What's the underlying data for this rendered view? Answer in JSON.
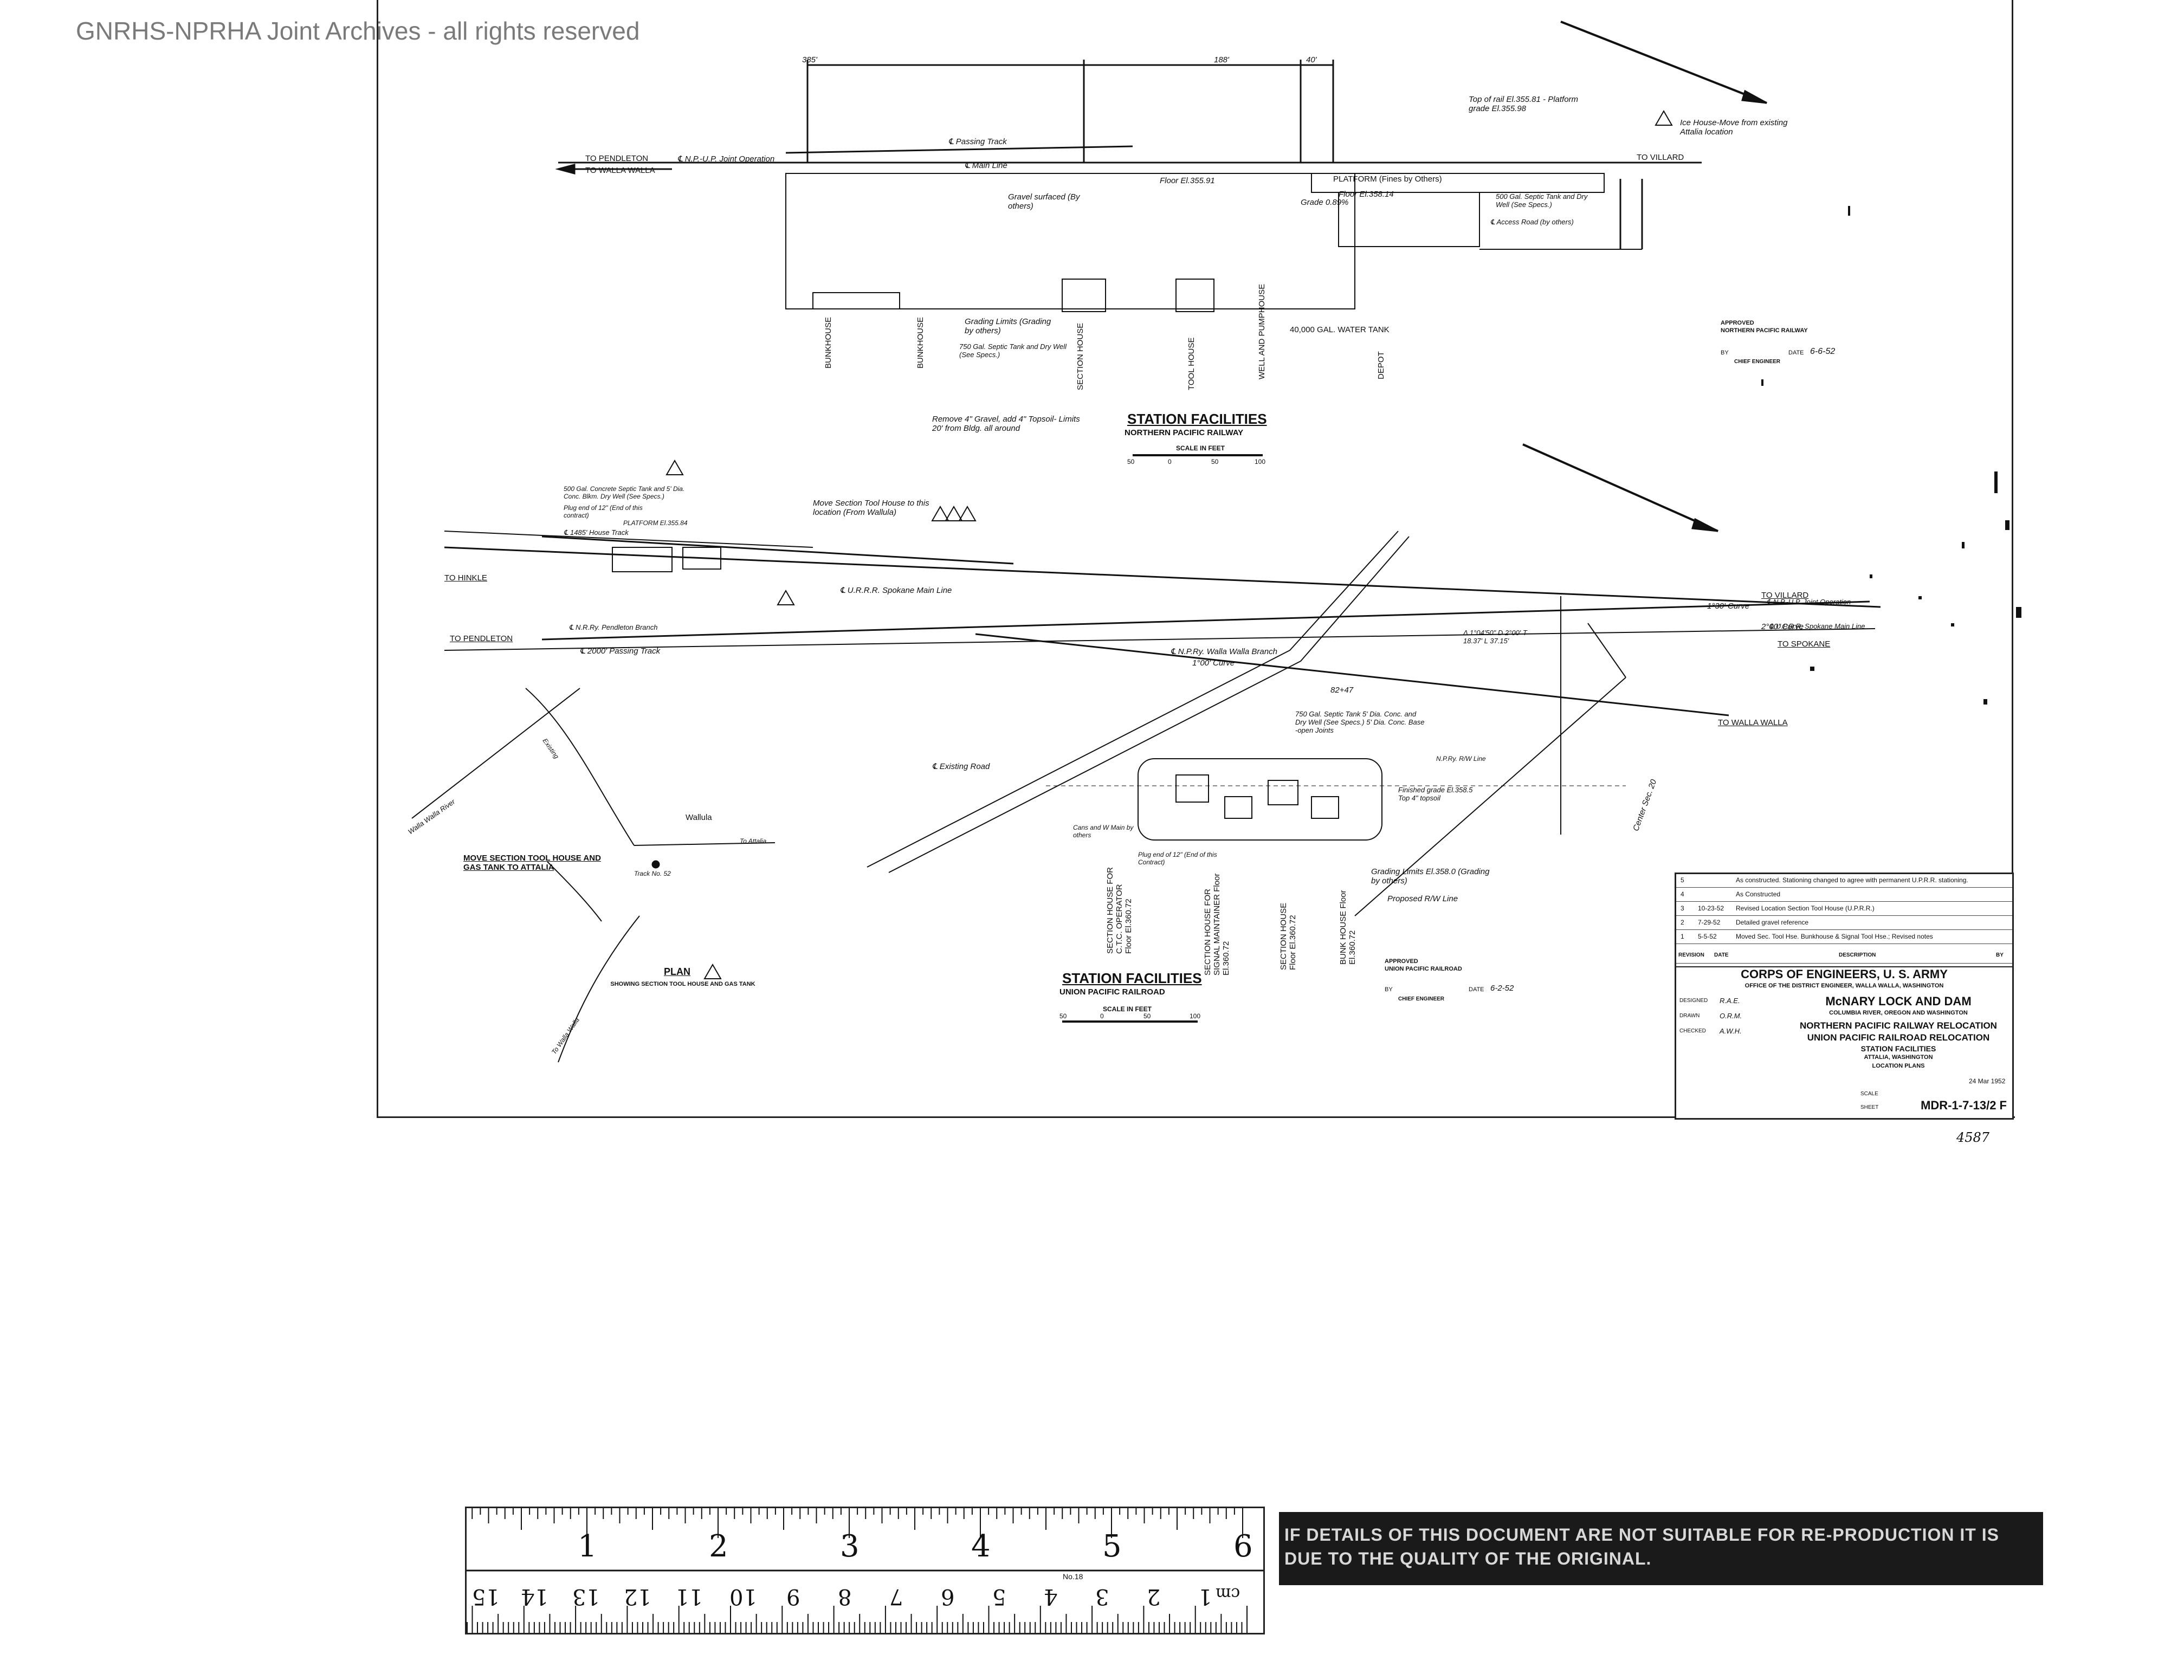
{
  "watermark": "GNRHS-NPRHA Joint Archives - all rights reserved",
  "np_plan": {
    "title": "STATION FACILITIES",
    "subtitle": "NORTHERN PACIFIC RAILWAY",
    "scale_label": "SCALE IN FEET",
    "scale_ticks": [
      "50",
      "0",
      "50",
      "100"
    ],
    "dims_top": [
      "385'",
      "188'",
      "40'"
    ],
    "labels": {
      "to_pendleton": "TO PENDLETON",
      "to_walla_walla": "TO WALLA WALLA",
      "to_villard": "TO VILLARD",
      "joint_op": "℄ N.P.-U.P. Joint Operation",
      "main_line": "℄ Main Line",
      "passing_track": "℄ Passing Track",
      "platform": "PLATFORM (Fines by Others)",
      "floor_depot": "Floor El.358.14",
      "grade": "Grade 0.89%",
      "septic": "500 Gal. Septic Tank and Dry Well (See Specs.)",
      "access_road": "℄ Access Road (by others)",
      "gravel": "Gravel surfaced (By others)",
      "floor_tool": "Floor El.355.91",
      "grading_limits": "Grading Limits (Grading by others)",
      "septic_small": "750 Gal. Septic Tank and Dry Well (See Specs.)",
      "remove": "Remove 4\" Gravel, add 4\" Topsoil- Limits 20' from Bldg. all around",
      "water_tank": "40,000 GAL. WATER TANK",
      "top_of_rail": "Top of rail El.355.81 - Platform grade El.355.98",
      "ice_house": "Ice House-Move from existing Attalia location",
      "bunk_house_a": "BUNKHOUSE",
      "bunk_house_b": "BUNKHOUSE",
      "section_house": "SECTION HOUSE",
      "tool_house": "TOOL HOUSE",
      "well_pumphouse": "WELL AND PUMPHOUSE",
      "depot": "DEPOT"
    }
  },
  "approved_np": {
    "heading": "APPROVED",
    "org": "NORTHERN PACIFIC RAILWAY",
    "by": "BY",
    "date_label": "DATE",
    "date": "6-6-52",
    "role": "CHIEF ENGINEER"
  },
  "up_plan": {
    "title": "STATION FACILITIES",
    "subtitle": "UNION PACIFIC RAILROAD",
    "scale_label": "SCALE IN FEET",
    "scale_ticks": [
      "50",
      "0",
      "50",
      "100"
    ],
    "labels": {
      "to_hinkle": "TO HINKLE",
      "to_pendleton": "TO PENDLETON",
      "to_villard": "TO VILLARD",
      "to_spokane": "TO SPOKANE",
      "to_walla_walla": "TO WALLA WALLA",
      "septic_concrete": "500 Gal. Concrete Septic Tank and 5' Dia. Conc. Blkm. Dry Well (See Specs.)",
      "plug": "Plug end of 12\" (End of this contract)",
      "platform_floor": "PLATFORM El.355.84",
      "house_track": "℄ 1485' House Track",
      "move_tool_house": "Move Section Tool House to this location (From Wallula)",
      "spokane_main": "℄ U.R.R.R. Spokane Main Line",
      "pendleton_branch": "℄ N.R.Ry. Pendleton Branch",
      "passing": "℄ 2000' Passing Track",
      "ww_branch": "℄ N.P.Ry. Walla Walla Branch",
      "curve_1": "1°00' Curve",
      "curve_2": "2°00' Curve",
      "curve_3": "1°30' Curve",
      "joint_op": "℄ N.P.-U.P. Joint Operation",
      "spokane_line": "℄ U.P.R.R. Spokane Main Line",
      "existing_road": "℄ Existing Road",
      "septic_750": "750 Gal. Septic Tank 5' Dia. Conc. and Dry Well (See Specs.) 5' Dia. Conc. Base -open Joints",
      "finished_grade": "Finished grade El.358.5 Top 4\" topsoil",
      "grading_limits": "Grading Limits El.358.0 (Grading by others)",
      "row_line": "Proposed R/W Line",
      "cans": "Cans and W Main by others",
      "plug_end": "Plug end of 12\" (End of this Contract)",
      "station_8247": "82+47",
      "rw_line": "N.P.Ry. R/W Line",
      "section_house_ctc": "SECTION HOUSE FOR C.T.C. OPERATOR Floor El.360.72",
      "section_house_signal": "SECTION HOUSE FOR SIGNAL MAINTAINER Floor El.360.72",
      "section_house": "SECTION HOUSE Floor El.360.72",
      "bunk_house": "BUNK HOUSE Floor El.360.72",
      "curve_data": "Δ 1°04'50\" D 2°00' T 18.37' L 37.15'",
      "center_sec": "Center Sec. 20"
    }
  },
  "approved_up": {
    "heading": "APPROVED",
    "org": "UNION PACIFIC RAILROAD",
    "by": "BY",
    "date_label": "DATE",
    "date": "6-2-52",
    "role": "CHIEF ENGINEER"
  },
  "small_plan": {
    "heading": "MOVE SECTION TOOL HOUSE AND GAS TANK TO ATTALIA",
    "plan": "PLAN",
    "plan_sub": "SHOWING SECTION TOOL HOUSE AND GAS TANK",
    "wallula": "Wallula",
    "to_attalia": "To Attalia",
    "walla_walla_river": "Walla Walla River",
    "existing": "Existing",
    "track": "Track No. 52",
    "to_walla_walla": "To Walla Walla"
  },
  "title_block": {
    "revisions": [
      {
        "mark": "5",
        "date": "",
        "desc": "As constructed. Stationing changed to agree with permanent U.P.R.R. stationing."
      },
      {
        "mark": "4",
        "date": "",
        "desc": "As Constructed"
      },
      {
        "mark": "3",
        "date": "10-23-52",
        "desc": "Revised Location Section Tool House (U.P.R.R.)"
      },
      {
        "mark": "2",
        "date": "7-29-52",
        "desc": "Detailed gravel reference"
      },
      {
        "mark": "1",
        "date": "5-5-52",
        "desc": "Moved Sec. Tool Hse. Bunkhouse & Signal Tool Hse.; Revised notes"
      }
    ],
    "rev_headers": [
      "REVISION",
      "DATE",
      "DESCRIPTION",
      "BY"
    ],
    "corps": "CORPS OF ENGINEERS, U. S. ARMY",
    "office": "OFFICE OF THE DISTRICT ENGINEER, WALLA WALLA, WASHINGTON",
    "project": "McNARY LOCK AND DAM",
    "river": "COLUMBIA RIVER, OREGON AND WASHINGTON",
    "line1": "NORTHERN PACIFIC RAILWAY RELOCATION",
    "line2": "UNION PACIFIC RAILROAD RELOCATION",
    "line3": "STATION FACILITIES",
    "line4": "ATTALIA, WASHINGTON",
    "line5": "LOCATION PLANS",
    "designed": "DESIGNED",
    "drawn": "DRAWN",
    "checked": "CHECKED",
    "scale_label": "SCALE",
    "sheet_label": "SHEET",
    "sheet_no": "MDR-1-7-13/2 F",
    "date_stamp": "24 Mar 1952",
    "designer": "R.A.E.",
    "drawer": "O.R.M.",
    "checker": "A.W.H."
  },
  "file_number": "4587",
  "ruler": {
    "inches": [
      "1",
      "2",
      "3",
      "4",
      "5",
      "6"
    ],
    "cm": [
      "1",
      "2",
      "3",
      "4",
      "5",
      "6",
      "7",
      "8",
      "9",
      "10",
      "11",
      "12",
      "13",
      "14",
      "15"
    ],
    "cm_unit": "cm",
    "brand": "No.18"
  },
  "notice": "IF DETAILS OF THIS DOCUMENT ARE NOT SUITABLE FOR RE-PRODUCTION IT IS DUE TO THE QUALITY OF THE ORIGINAL."
}
